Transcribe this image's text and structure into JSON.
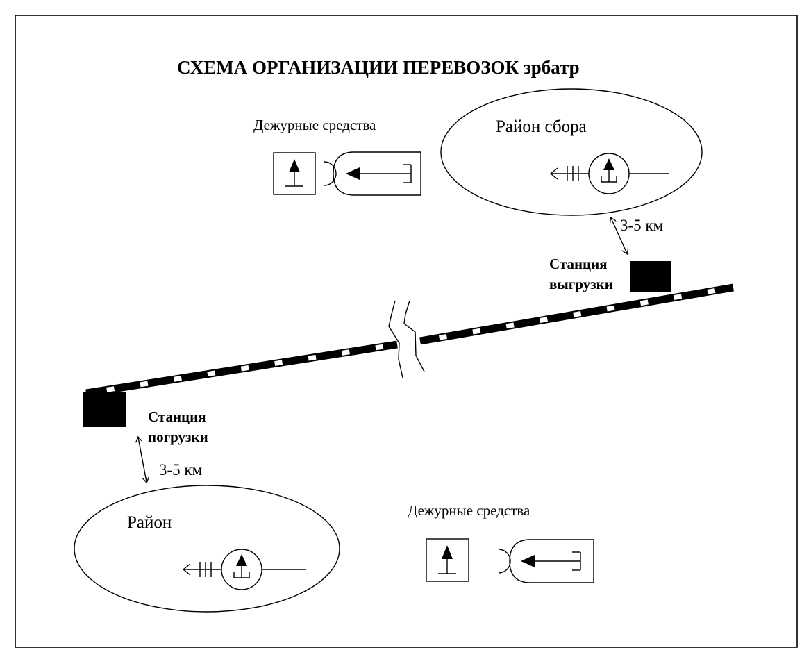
{
  "title": "СХЕМА ОРГАНИЗАЦИИ ПЕРЕВОЗОК зрбатр",
  "duty_top": {
    "label": "Дежурные средства",
    "icons": [
      "antenna-box-icon",
      "vehicle-arrow-icon"
    ]
  },
  "duty_bottom": {
    "label": "Дежурные средства",
    "icons": [
      "antenna-box-icon",
      "vehicle-arrow-icon"
    ]
  },
  "assembly_area": {
    "label": "Район сбора",
    "icon": "unit-circle-icon"
  },
  "area_bottom": {
    "label": "Район",
    "icon": "unit-circle-icon"
  },
  "unloading_station": {
    "label_line1": "Станция",
    "label_line2": "выгрузки"
  },
  "loading_station": {
    "label_line1": "Станция",
    "label_line2": "погрузки"
  },
  "distance_top": "3-5 км",
  "distance_bottom": "3-5 км",
  "colors": {
    "ink": "#000000",
    "paper": "#ffffff"
  }
}
